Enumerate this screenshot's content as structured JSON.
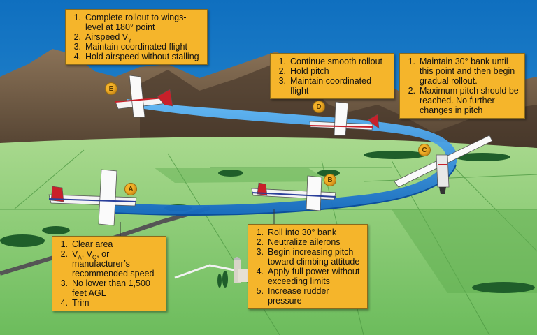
{
  "colors": {
    "sky": "#1d87cf",
    "mountain": "#6e5a45",
    "ground": "#7dc46b",
    "path": "#2f8fe0",
    "callout": "#f5b52b",
    "marker": "#f3b22a"
  },
  "markers": {
    "A": "A",
    "B": "B",
    "C": "C",
    "D": "D",
    "E": "E"
  },
  "callouts": {
    "E": {
      "items": [
        {
          "num": "1.",
          "text": "Complete rollout to wings-level at 180° point"
        },
        {
          "num": "2.",
          "text": "Airspeed V",
          "sub": "Y"
        },
        {
          "num": "3.",
          "text": "Maintain coordinated flight"
        },
        {
          "num": "4.",
          "text": "Hold airspeed without stalling"
        }
      ]
    },
    "D": {
      "items": [
        {
          "num": "1.",
          "text": "Continue smooth rollout"
        },
        {
          "num": "2.",
          "text": "Hold pitch"
        },
        {
          "num": "3.",
          "text": "Maintain coordinated flight"
        }
      ]
    },
    "C": {
      "items": [
        {
          "num": "1.",
          "text": "Maintain 30° bank until this point and then begin gradual rollout."
        },
        {
          "num": "2.",
          "text": "Maximum pitch should be reached. No further changes in pitch"
        }
      ]
    },
    "A": {
      "items": [
        {
          "num": "1.",
          "text": "Clear area"
        },
        {
          "num": "2.",
          "text_parts": [
            "V",
            "A",
            ", V",
            "O",
            ", or manufacturer’s recommended speed"
          ]
        },
        {
          "num": "3.",
          "text": "No lower than 1,500 feet AGL"
        },
        {
          "num": "4.",
          "text": "Trim"
        }
      ]
    },
    "B": {
      "items": [
        {
          "num": "1.",
          "text": "Roll into 30° bank"
        },
        {
          "num": "2.",
          "text": "Neutralize ailerons"
        },
        {
          "num": "3.",
          "text": "Begin increasing pitch toward climbing attitude"
        },
        {
          "num": "4.",
          "text": "Apply full power without exceeding limits"
        },
        {
          "num": "5.",
          "text": "Increase rudder pressure"
        }
      ]
    }
  }
}
